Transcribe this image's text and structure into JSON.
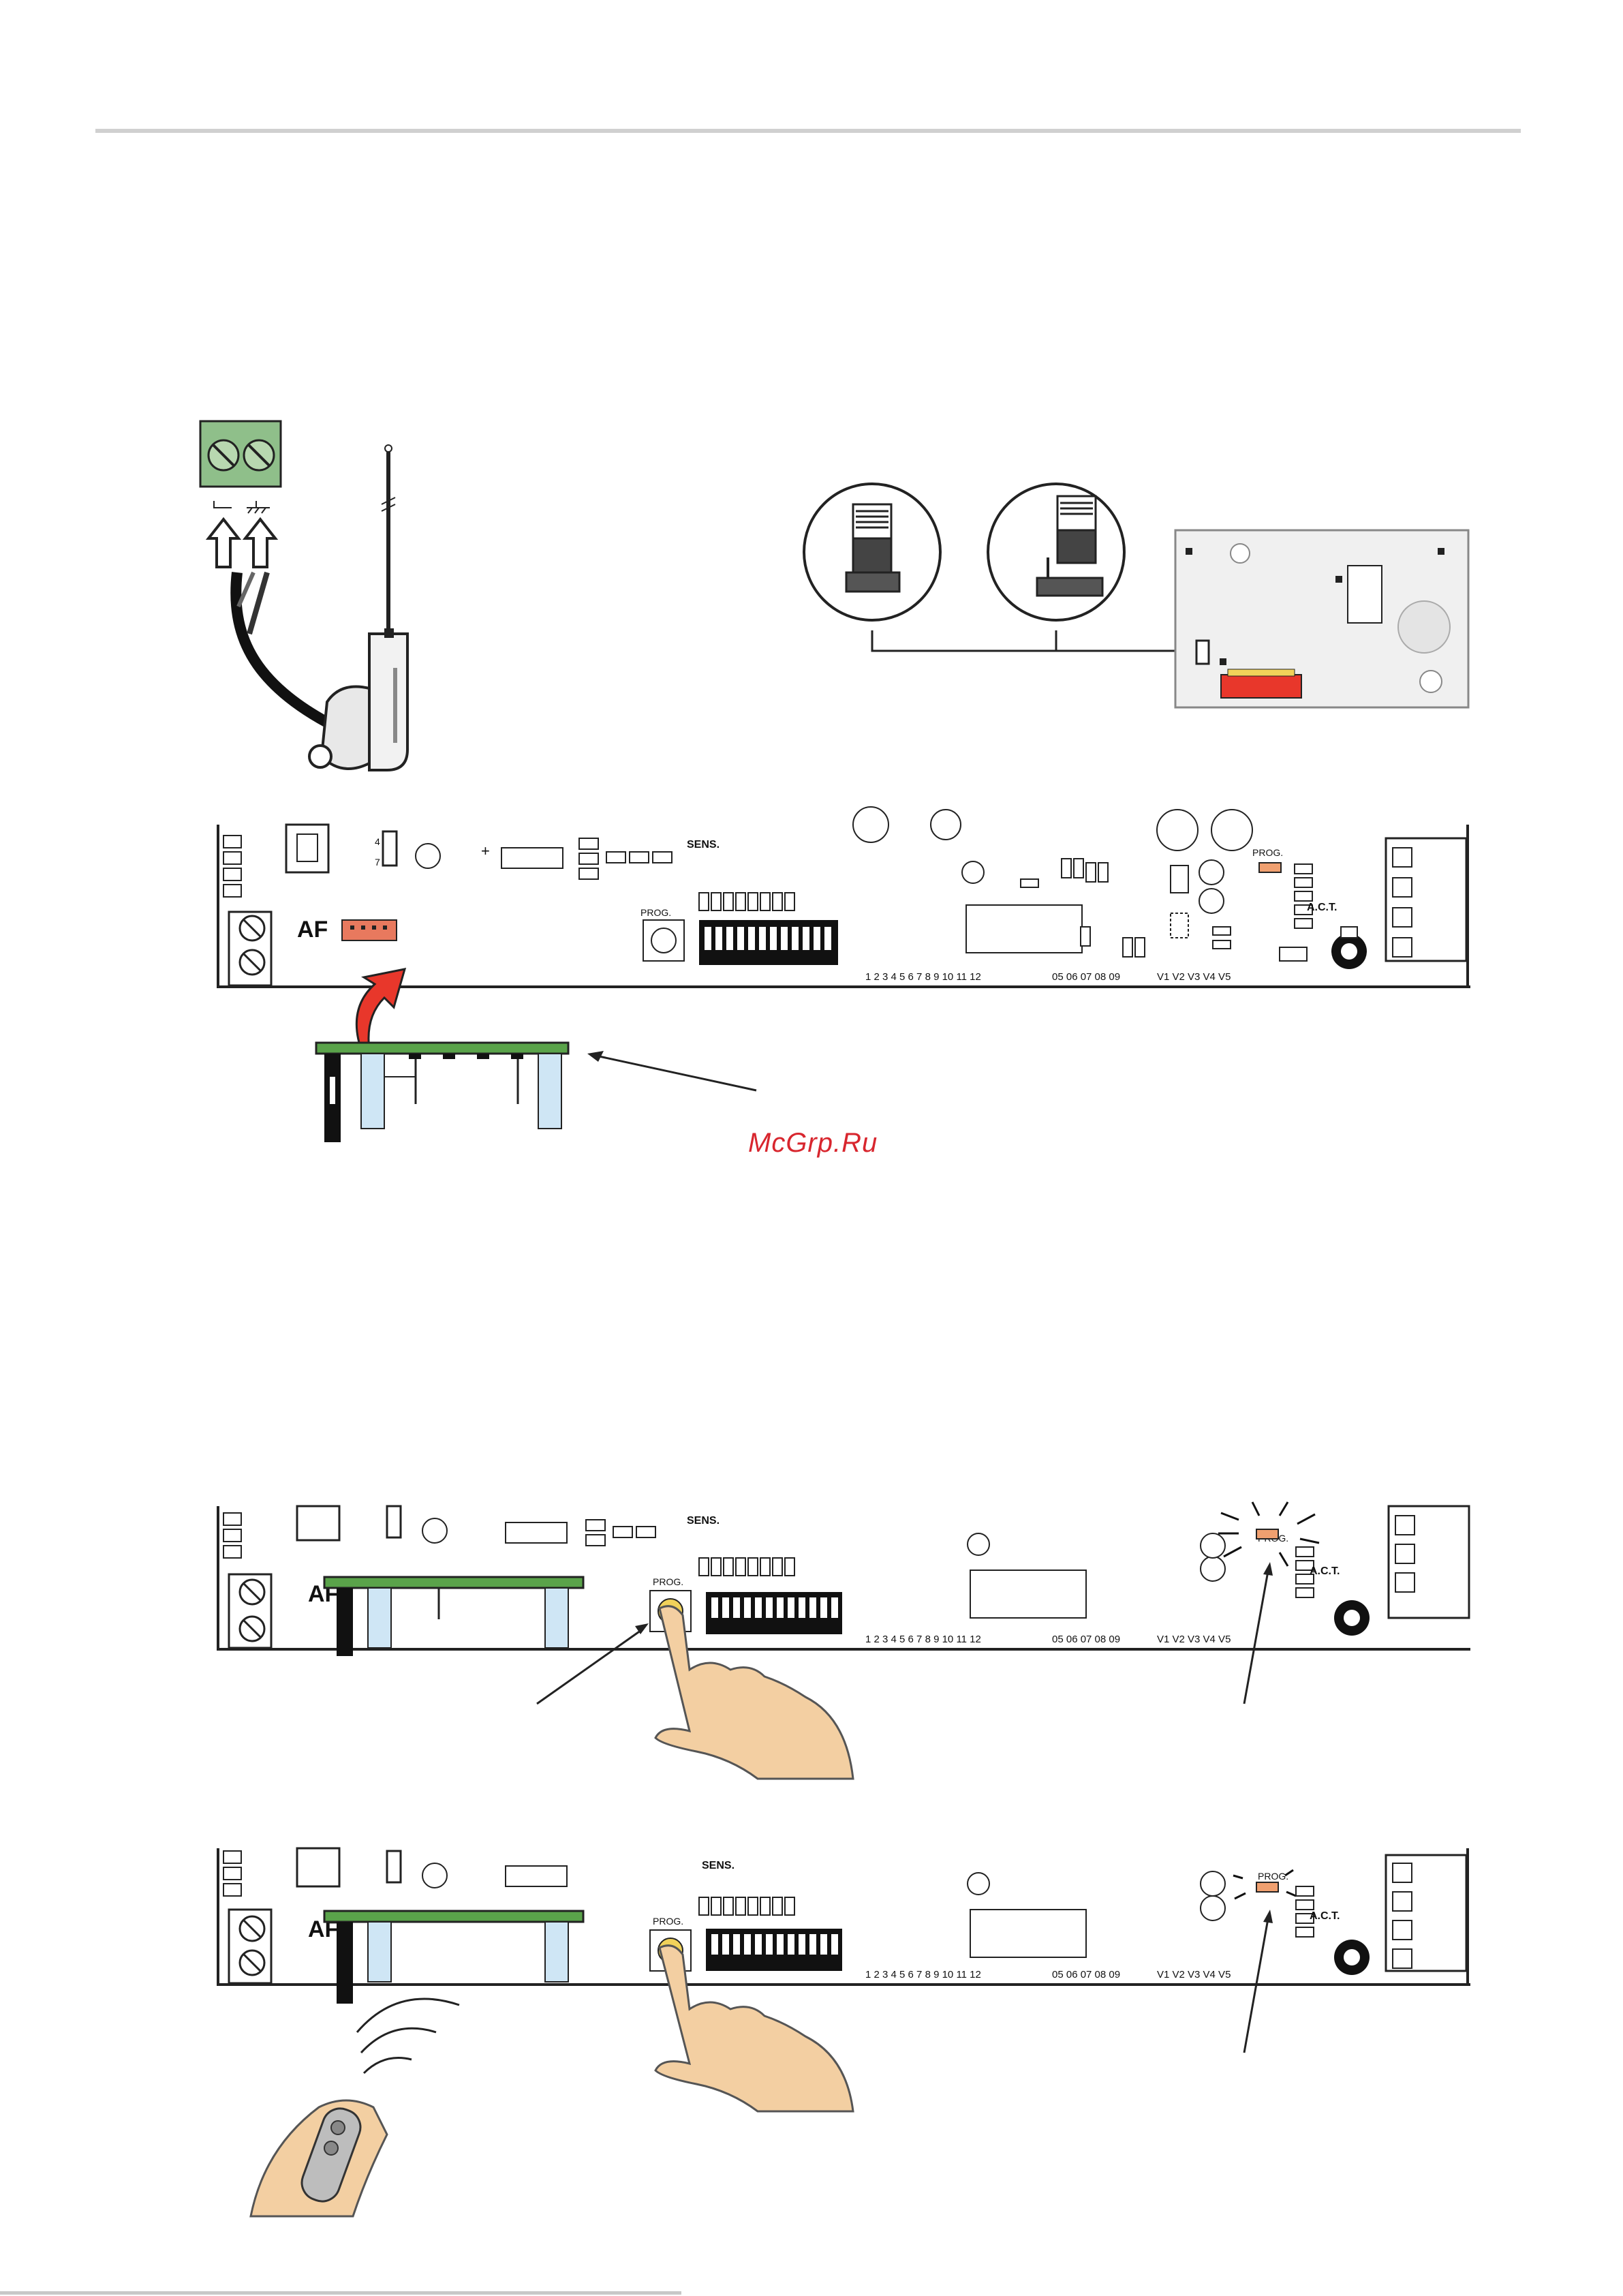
{
  "watermark": "McGrp.Ru",
  "board_labels": {
    "prog": "PROG.",
    "sens": "SENS.",
    "af": "AF",
    "act": "A.C.T.",
    "pin4": "4",
    "pin7": "7",
    "dip_numbers": "1 2 3 4 5 6 7 8 9 10 11 12",
    "outputs": "05 06 07 08 09",
    "valves": "V1 V2 V3 V4 V5"
  },
  "colors": {
    "terminal_green": "#8fbf8a",
    "receiver_green": "#5aa34a",
    "connector_orange": "#e8795e",
    "prog_led": "#f0a070",
    "arrow_red": "#e8372b",
    "plastic_blue": "#cfe6f5",
    "button_yellow": "#f1d25a",
    "skin": "#f3cfa2"
  },
  "icons": [
    "antenna-icon",
    "jumper-icon",
    "finger-press-icon",
    "remote-transmitter-icon",
    "blink-rays-icon"
  ]
}
